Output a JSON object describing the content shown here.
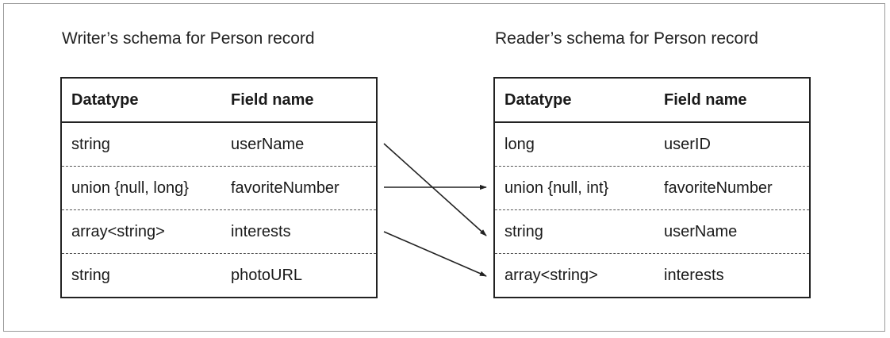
{
  "writer": {
    "title": "Writer’s schema for Person record",
    "header": {
      "datatype": "Datatype",
      "field": "Field name"
    },
    "rows": [
      {
        "datatype": "string",
        "field": "userName"
      },
      {
        "datatype": "union {null, long}",
        "field": "favoriteNumber"
      },
      {
        "datatype": "array<string>",
        "field": "interests"
      },
      {
        "datatype": "string",
        "field": "photoURL"
      }
    ]
  },
  "reader": {
    "title": "Reader’s schema for Person record",
    "header": {
      "datatype": "Datatype",
      "field": "Field name"
    },
    "rows": [
      {
        "datatype": "long",
        "field": "userID"
      },
      {
        "datatype": "union {null, int}",
        "field": "favoriteNumber"
      },
      {
        "datatype": "string",
        "field": "userName"
      },
      {
        "datatype": "array<string>",
        "field": "interests"
      }
    ]
  }
}
